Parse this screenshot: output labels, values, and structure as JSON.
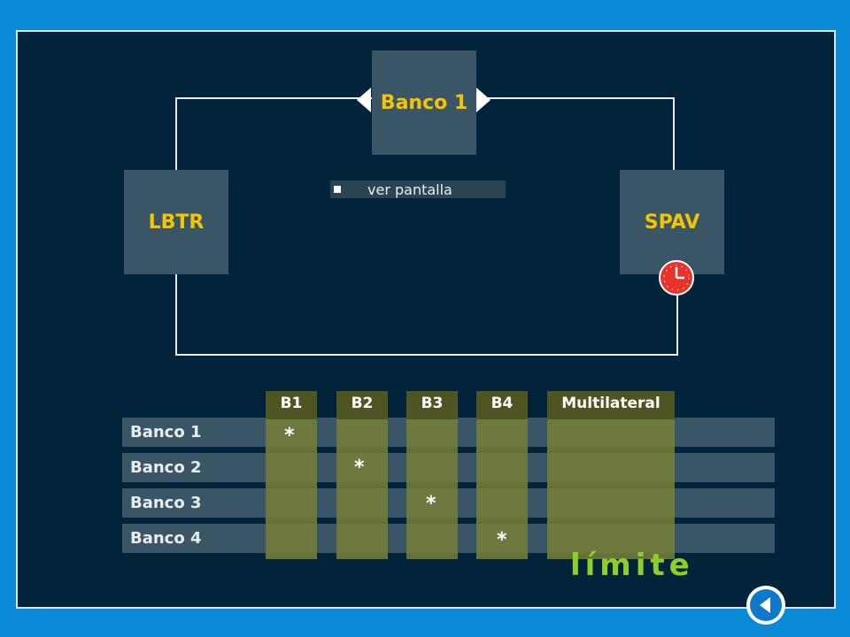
{
  "diagram": {
    "nodes": {
      "banco1": "Banco 1",
      "lbtr": "LBTR",
      "spav": "SPAV"
    },
    "ver_pantalla": "ver pantalla"
  },
  "table": {
    "columns": [
      "B1",
      "B2",
      "B3",
      "B4",
      "Multilateral"
    ],
    "rows": [
      "Banco 1",
      "Banco 2",
      "Banco 3",
      "Banco 4"
    ],
    "mark": "*"
  },
  "footer": {
    "limite": "límite"
  },
  "colors": {
    "background": "#0a8ad6",
    "panel": "#02243a",
    "node": "#3a5566",
    "node_text": "#f5c400",
    "column": "#787838",
    "limite": "#8fcf2a",
    "clock": "#e8332a"
  },
  "icons": {
    "clock": "clock-icon",
    "back": "back-arrow-icon"
  }
}
